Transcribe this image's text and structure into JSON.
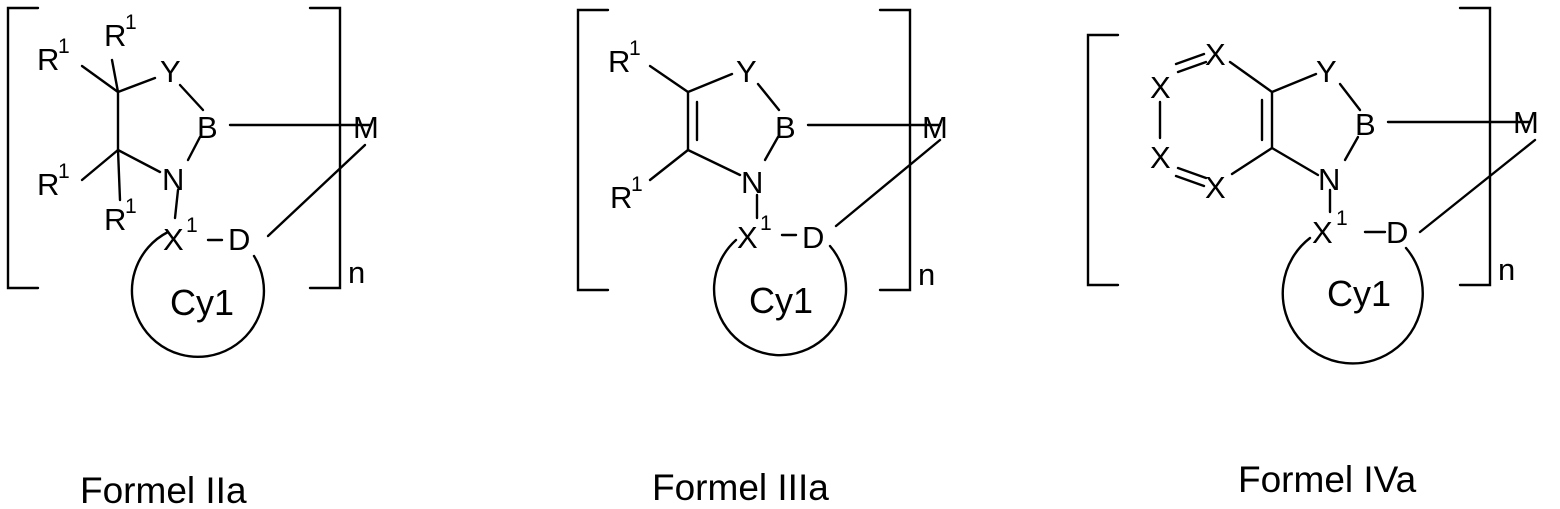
{
  "formulas": [
    {
      "caption": "Formel IIa",
      "atoms": {
        "Y": "Y",
        "B": "B",
        "N": "N",
        "M": "M",
        "D": "D",
        "X": "X",
        "X_sup": "1",
        "ring": "Cy1",
        "n": "n"
      },
      "substituents": [
        {
          "base": "R",
          "sup": "1"
        },
        {
          "base": "R",
          "sup": "1"
        },
        {
          "base": "R",
          "sup": "1"
        },
        {
          "base": "R",
          "sup": "1"
        }
      ]
    },
    {
      "caption": "Formel IIIa",
      "atoms": {
        "Y": "Y",
        "B": "B",
        "N": "N",
        "M": "M",
        "D": "D",
        "X": "X",
        "X_sup": "1",
        "ring": "Cy1",
        "n": "n"
      },
      "substituents": [
        {
          "base": "R",
          "sup": "1"
        },
        {
          "base": "R",
          "sup": "1"
        }
      ]
    },
    {
      "caption": "Formel IVa",
      "atoms": {
        "Y": "Y",
        "B": "B",
        "N": "N",
        "M": "M",
        "D": "D",
        "X": "X",
        "X_sup": "1",
        "ring": "Cy1",
        "n": "n"
      },
      "ring_atoms": [
        "X",
        "X",
        "X",
        "X"
      ]
    }
  ]
}
